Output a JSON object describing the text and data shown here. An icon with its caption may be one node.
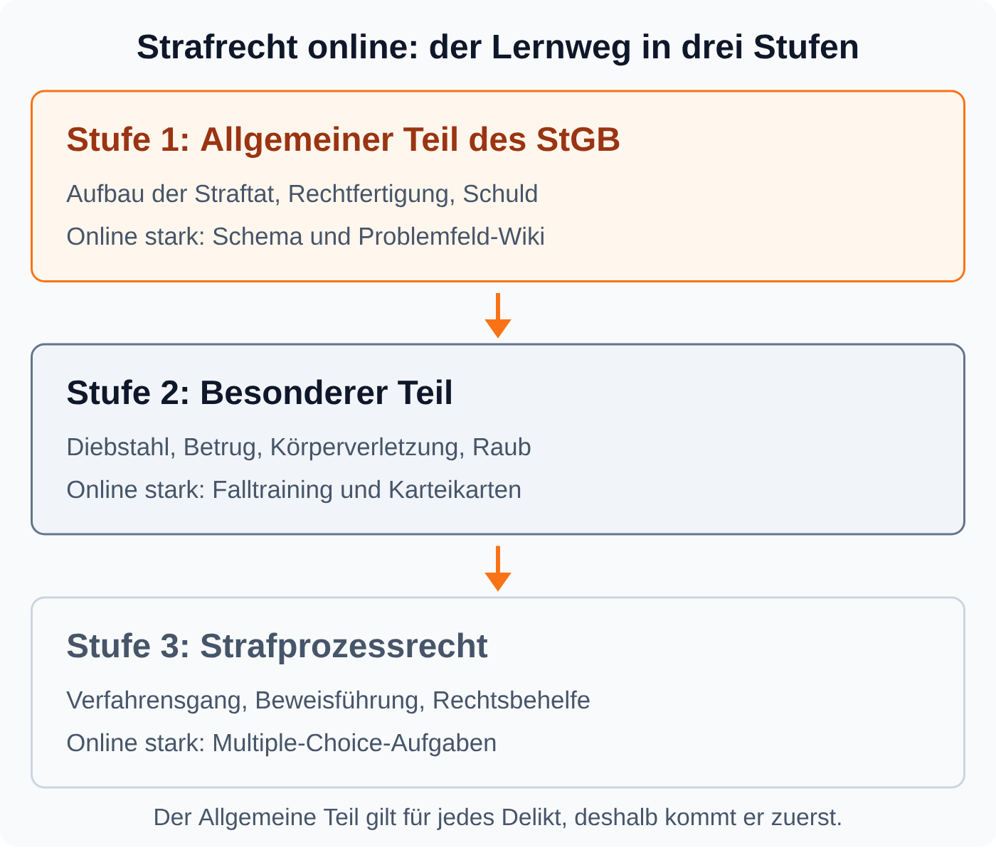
{
  "diagram": {
    "title": "Strafrecht online: der Lernweg in drei Stufen",
    "nodes": [
      {
        "text": [
          "Stufe 1: Allgemeiner Teil des StGB",
          "Aufbau der Straftat, Rechtfertigung, Schuld",
          "Online stark: Schema und Problemfeld-Wiki"
        ]
      },
      {
        "text": [
          "Stufe 2: Besonderer Teil",
          "Diebstahl, Betrug, Körperverletzung, Raub",
          "Online stark: Falltraining und Karteikarten"
        ]
      },
      {
        "text": [
          "Stufe 3: Strafprozessrecht",
          "Verfahrensgang, Beweisführung, Rechtsbehelfe",
          "Online stark: Multiple-Choice-Aufgaben"
        ]
      }
    ],
    "edges": [
      {
        "from": 0,
        "to": 1,
        "arrow": "to"
      },
      {
        "from": 1,
        "to": 2,
        "arrow": "to"
      }
    ],
    "caption": "Der Allgemeine Teil gilt für jedes Delikt, deshalb kommt er zuerst."
  }
}
